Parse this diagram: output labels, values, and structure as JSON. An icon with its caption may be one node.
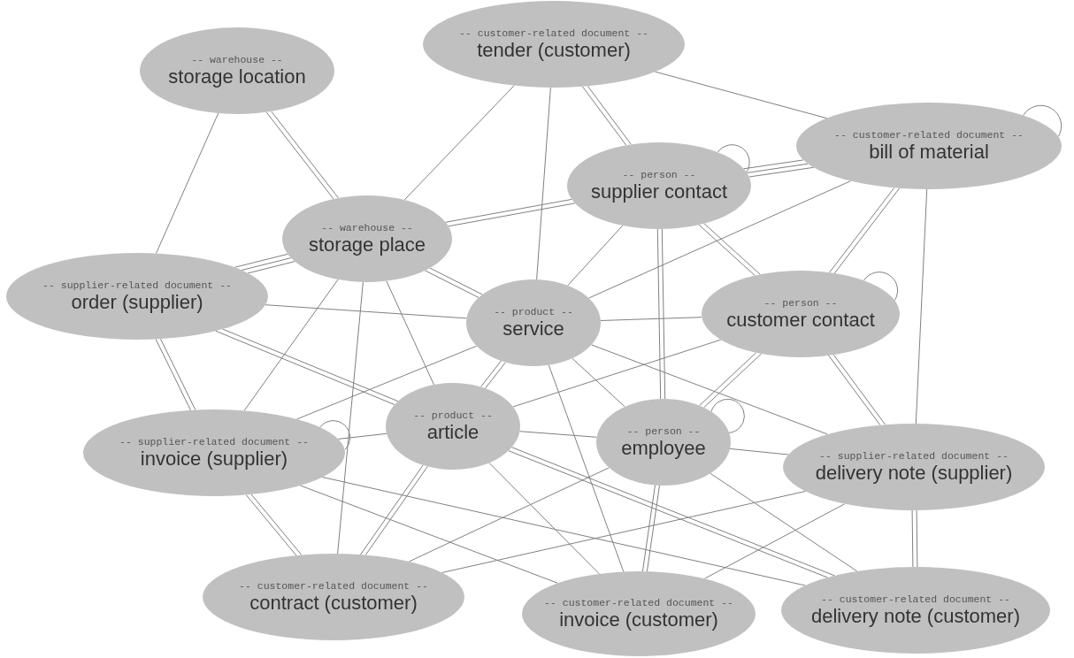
{
  "diagram": {
    "nodes": [
      {
        "text": [
          "-- warehouse --",
          "storage location"
        ]
      },
      {
        "text": [
          "-- customer-related document --",
          "tender (customer)"
        ]
      },
      {
        "text": [
          "-- customer-related document --",
          "bill of material"
        ]
      },
      {
        "text": [
          "-- person --",
          "supplier contact"
        ]
      },
      {
        "text": [
          "-- warehouse --",
          "storage place"
        ]
      },
      {
        "text": [
          "-- supplier-related document --",
          "order (supplier)"
        ]
      },
      {
        "text": [
          "-- product --",
          "service"
        ]
      },
      {
        "text": [
          "-- person --",
          "customer contact"
        ]
      },
      {
        "text": [
          "-- product --",
          "article"
        ]
      },
      {
        "text": [
          "-- person --",
          "employee"
        ]
      },
      {
        "text": [
          "-- supplier-related document --",
          "invoice (supplier)"
        ]
      },
      {
        "text": [
          "-- supplier-related document --",
          "delivery note (supplier)"
        ]
      },
      {
        "text": [
          "-- customer-related document --",
          "contract (customer)"
        ]
      },
      {
        "text": [
          "-- customer-related document --",
          "invoice (customer)"
        ]
      },
      {
        "text": [
          "-- customer-related document --",
          "delivery note (customer)"
        ]
      }
    ],
    "edges": [
      {
        "from": 0,
        "to": 5,
        "arrow": "none"
      },
      {
        "from": 0,
        "to": 4,
        "arrow": "none"
      },
      {
        "from": 0,
        "to": 4,
        "arrow": "none"
      },
      {
        "from": 1,
        "to": 4,
        "arrow": "none"
      },
      {
        "from": 1,
        "to": 6,
        "arrow": "none"
      },
      {
        "from": 1,
        "to": 3,
        "arrow": "none"
      },
      {
        "from": 1,
        "to": 3,
        "arrow": "none"
      },
      {
        "from": 1,
        "to": 2,
        "arrow": "none"
      },
      {
        "from": 2,
        "to": 2,
        "arrow": "none"
      },
      {
        "from": 2,
        "to": 3,
        "arrow": "none"
      },
      {
        "from": 2,
        "to": 3,
        "arrow": "none"
      },
      {
        "from": 2,
        "to": 3,
        "arrow": "none"
      },
      {
        "from": 2,
        "to": 6,
        "arrow": "none"
      },
      {
        "from": 2,
        "to": 7,
        "arrow": "none"
      },
      {
        "from": 2,
        "to": 7,
        "arrow": "none"
      },
      {
        "from": 2,
        "to": 11,
        "arrow": "none"
      },
      {
        "from": 3,
        "to": 3,
        "arrow": "none"
      },
      {
        "from": 3,
        "to": 4,
        "arrow": "none"
      },
      {
        "from": 3,
        "to": 4,
        "arrow": "none"
      },
      {
        "from": 3,
        "to": 6,
        "arrow": "none"
      },
      {
        "from": 3,
        "to": 9,
        "arrow": "none"
      },
      {
        "from": 3,
        "to": 9,
        "arrow": "none"
      },
      {
        "from": 3,
        "to": 7,
        "arrow": "none"
      },
      {
        "from": 3,
        "to": 7,
        "arrow": "none"
      },
      {
        "from": 4,
        "to": 5,
        "arrow": "none"
      },
      {
        "from": 4,
        "to": 5,
        "arrow": "none"
      },
      {
        "from": 4,
        "to": 5,
        "arrow": "none"
      },
      {
        "from": 4,
        "to": 6,
        "arrow": "none"
      },
      {
        "from": 4,
        "to": 6,
        "arrow": "none"
      },
      {
        "from": 4,
        "to": 10,
        "arrow": "none"
      },
      {
        "from": 4,
        "to": 12,
        "arrow": "none"
      },
      {
        "from": 4,
        "to": 8,
        "arrow": "none"
      },
      {
        "from": 5,
        "to": 6,
        "arrow": "none"
      },
      {
        "from": 5,
        "to": 8,
        "arrow": "none"
      },
      {
        "from": 5,
        "to": 8,
        "arrow": "none"
      },
      {
        "from": 5,
        "to": 10,
        "arrow": "none"
      },
      {
        "from": 5,
        "to": 10,
        "arrow": "none"
      },
      {
        "from": 6,
        "to": 7,
        "arrow": "none"
      },
      {
        "from": 6,
        "to": 8,
        "arrow": "none"
      },
      {
        "from": 6,
        "to": 8,
        "arrow": "none"
      },
      {
        "from": 6,
        "to": 9,
        "arrow": "none"
      },
      {
        "from": 6,
        "to": 10,
        "arrow": "none"
      },
      {
        "from": 6,
        "to": 13,
        "arrow": "none"
      },
      {
        "from": 6,
        "to": 11,
        "arrow": "none"
      },
      {
        "from": 7,
        "to": 7,
        "arrow": "none"
      },
      {
        "from": 7,
        "to": 8,
        "arrow": "none"
      },
      {
        "from": 7,
        "to": 9,
        "arrow": "none"
      },
      {
        "from": 7,
        "to": 9,
        "arrow": "none"
      },
      {
        "from": 7,
        "to": 11,
        "arrow": "none"
      },
      {
        "from": 7,
        "to": 11,
        "arrow": "none"
      },
      {
        "from": 8,
        "to": 9,
        "arrow": "none"
      },
      {
        "from": 8,
        "to": 10,
        "arrow": "none"
      },
      {
        "from": 8,
        "to": 12,
        "arrow": "none"
      },
      {
        "from": 8,
        "to": 12,
        "arrow": "none"
      },
      {
        "from": 8,
        "to": 13,
        "arrow": "none"
      },
      {
        "from": 8,
        "to": 14,
        "arrow": "none"
      },
      {
        "from": 8,
        "to": 14,
        "arrow": "none"
      },
      {
        "from": 9,
        "to": 9,
        "arrow": "none"
      },
      {
        "from": 9,
        "to": 11,
        "arrow": "none"
      },
      {
        "from": 9,
        "to": 12,
        "arrow": "none"
      },
      {
        "from": 9,
        "to": 13,
        "arrow": "none"
      },
      {
        "from": 9,
        "to": 13,
        "arrow": "none"
      },
      {
        "from": 9,
        "to": 14,
        "arrow": "none"
      },
      {
        "from": 10,
        "to": 10,
        "arrow": "none"
      },
      {
        "from": 10,
        "to": 12,
        "arrow": "none"
      },
      {
        "from": 10,
        "to": 12,
        "arrow": "none"
      },
      {
        "from": 10,
        "to": 13,
        "arrow": "none"
      },
      {
        "from": 10,
        "to": 14,
        "arrow": "none"
      },
      {
        "from": 11,
        "to": 12,
        "arrow": "none"
      },
      {
        "from": 11,
        "to": 13,
        "arrow": "none"
      },
      {
        "from": 11,
        "to": 14,
        "arrow": "none"
      },
      {
        "from": 11,
        "to": 14,
        "arrow": "none"
      }
    ]
  }
}
